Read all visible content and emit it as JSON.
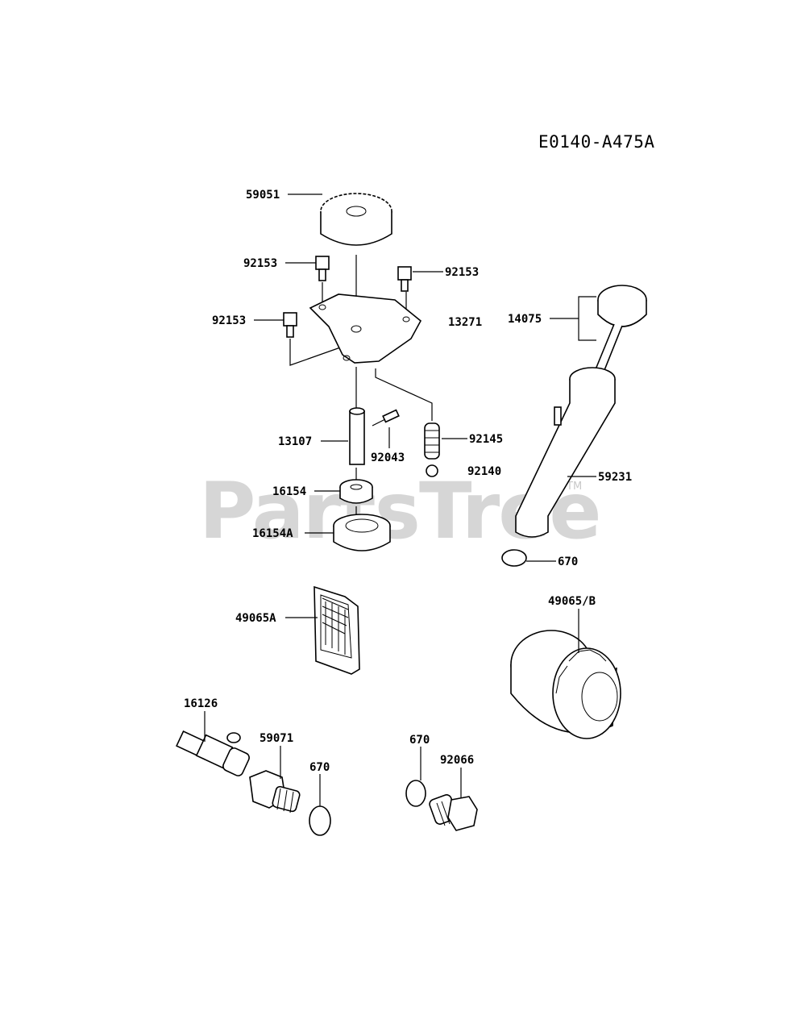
{
  "diagram_id": "E0140-A475A",
  "watermark": "PartsTree",
  "watermark_tm": "TM",
  "parts": {
    "p59051": "59051",
    "p92153a": "92153",
    "p92153b": "92153",
    "p92153c": "92153",
    "p13271": "13271",
    "p14075": "14075",
    "p13107": "13107",
    "p92043": "92043",
    "p92145": "92145",
    "p92140": "92140",
    "p59231": "59231",
    "p16154": "16154",
    "p16154A": "16154A",
    "p670a": "670",
    "p49065A": "49065A",
    "p49065B": "49065/B",
    "p16126": "16126",
    "p59071": "59071",
    "p670b": "670",
    "p670c": "670",
    "p92066": "92066"
  }
}
